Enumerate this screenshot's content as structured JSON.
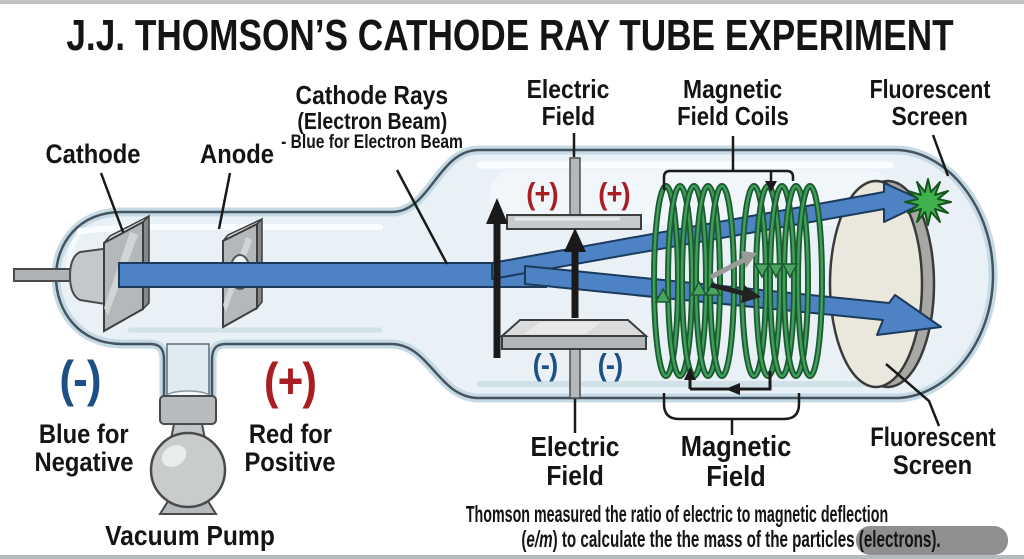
{
  "title": "J.J. THOMSON’S CATHODE RAY TUBE EXPERIMENT",
  "labels": {
    "cathode": "Cathode",
    "anode": "Anode",
    "cathode_rays_line1": "Cathode Rays",
    "cathode_rays_line2": "(Electron Beam)",
    "cathode_rays_line3": "- Blue for Electron Beam",
    "electric_field_top_line1": "Electric",
    "electric_field_top_line2": "Field",
    "magnetic_field_coils_line1": "Magnetic",
    "magnetic_field_coils_line2": "Field Coils",
    "fluorescent_screen_top_line1": "Fluorescent",
    "fluorescent_screen_top_line2": "Screen",
    "fluorescent_screen_bottom_line1": "Fluorescent",
    "fluorescent_screen_bottom_line2": "Screen",
    "electric_field_bottom_line1": "Electric",
    "electric_field_bottom_line2": "Field",
    "magnetic_field_bottom_line1": "Magnetic",
    "magnetic_field_bottom_line2": "Field",
    "vacuum_pump": "Vacuum Pump",
    "plate_plus_left": "(+)",
    "plate_plus_right": "(+)",
    "plate_minus_left": "(-)",
    "plate_minus_right": "(-)",
    "negative_symbol": "(-)",
    "negative_caption_line1": "Blue for",
    "negative_caption_line2": "Negative",
    "positive_symbol": "(+)",
    "positive_caption_line1": "Red for",
    "positive_caption_line2": "Positive"
  },
  "caption": {
    "line1": "Thomson measured the ratio of electric to magnetic deflection",
    "line2_pre": "(",
    "line2_em": "e/m",
    "line2_post": ") to calculate the the mass of the particles (electrons)."
  },
  "colors": {
    "beam_blue": "#4d82c4",
    "beam_outline": "#1b3a5c",
    "coil_green_dark": "#1c5a32",
    "coil_green_light": "#3f9e58",
    "positive_red": "#a91e22",
    "negative_blue": "#1d5186",
    "glass_band": "#c6dae5",
    "glass_inner": "#e9f1f7",
    "glass_outline": "#46545f",
    "screen_face": "#eae7dc",
    "screen_rim": "#a7a7a3",
    "starburst_green": "#41b14e",
    "metal_gray": "#b4b8bb"
  }
}
